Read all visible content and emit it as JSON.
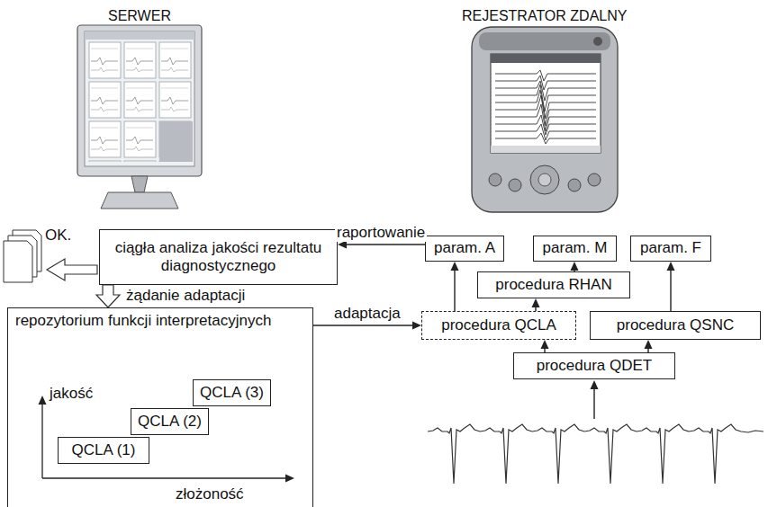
{
  "diagram": {
    "nodes": [
      {
        "text": [
          "ciągła analiza jakości rezultatu diagnostycznego"
        ]
      },
      {
        "text": [
          "repozytorium funkcji interpretacyjnych"
        ]
      },
      {
        "text": [
          "QCLA (3)"
        ],
        "in": 1
      },
      {
        "text": [
          "QCLA (2)"
        ],
        "in": 1
      },
      {
        "text": [
          "QCLA (1)"
        ],
        "in": 1
      },
      {
        "text": [
          "param. A"
        ]
      },
      {
        "text": [
          "param. M"
        ]
      },
      {
        "text": [
          "param. F"
        ]
      },
      {
        "text": [
          "procedura RHAN"
        ]
      },
      {
        "text": [
          "procedura QCLA"
        ]
      },
      {
        "text": [
          "procedura QSNC"
        ]
      },
      {
        "text": [
          "procedura QDET"
        ]
      }
    ],
    "edges": [
      {
        "from": 5,
        "to": 0,
        "arrow": "to",
        "label": "raportowanie"
      },
      {
        "from": 0,
        "to": 1,
        "arrow": "to",
        "label": "żądanie adaptacji"
      },
      {
        "from": 1,
        "to": 9,
        "arrow": "to",
        "label": "adaptacja"
      },
      {
        "from": 9,
        "to": 5,
        "arrow": "to"
      },
      {
        "from": 9,
        "to": 8,
        "arrow": "to"
      },
      {
        "from": 8,
        "to": 6,
        "arrow": "to"
      },
      {
        "from": 10,
        "to": 7,
        "arrow": "to"
      },
      {
        "from": 11,
        "to": 9,
        "arrow": "to"
      },
      {
        "from": 11,
        "to": 10,
        "arrow": "to"
      }
    ],
    "labels": [
      "SERWER",
      "REJESTRATOR ZDALNY",
      "OK.",
      "jakość",
      "złożoność"
    ]
  }
}
